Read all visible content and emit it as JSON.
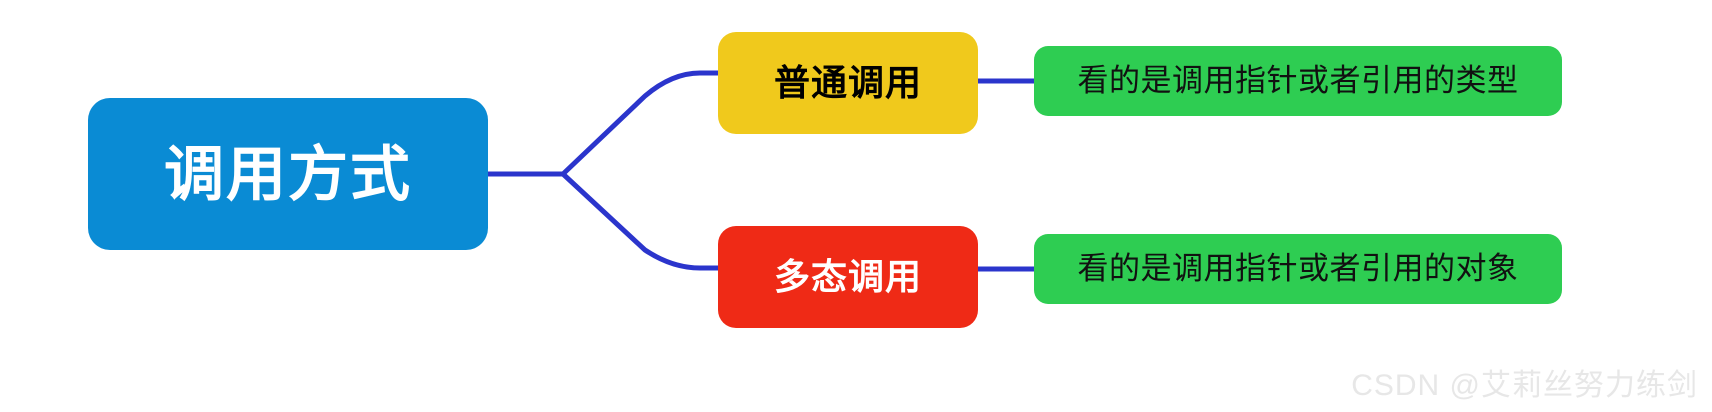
{
  "diagram": {
    "type": "mind-map",
    "title_node": {
      "label": "调用方式",
      "color": "#0a8bd4",
      "text_color": "#ffffff"
    },
    "branches": [
      {
        "label": "普通调用",
        "color": "#f0c91c",
        "text_color": "#000000",
        "leaf": {
          "label": "看的是调用指针或者引用的类型",
          "color": "#2ecd52",
          "text_color": "#111111"
        }
      },
      {
        "label": "多态调用",
        "color": "#ef2a16",
        "text_color": "#ffffff",
        "leaf": {
          "label": "看的是调用指针或者引用的对象",
          "color": "#2ecd52",
          "text_color": "#111111"
        }
      }
    ],
    "connector_color": "#2b35cc"
  },
  "watermark": {
    "text": "CSDN @艾莉丝努力练剑",
    "color": "#e7e7e7"
  }
}
